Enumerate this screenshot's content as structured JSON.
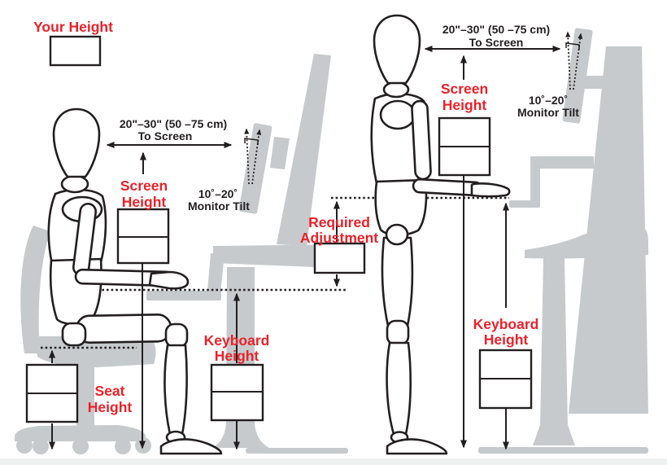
{
  "colors": {
    "label_red": "#E9222B",
    "ink": "#231F20",
    "silhouette_gray": "#C6CACC",
    "background": "#FFFFFF"
  },
  "seated_scene": {
    "your_height": {
      "label": "Your Height"
    },
    "to_screen": {
      "line1": "20\"–30\" (50 –75 cm)",
      "line2": "To Screen"
    },
    "screen_height": {
      "line1": "Screen",
      "line2": "Height"
    },
    "monitor_tilt": {
      "line1": "10˚–20˚",
      "line2": "Monitor Tilt"
    },
    "seat_height": {
      "line1": "Seat",
      "line2": "Height"
    },
    "keyboard_height": {
      "line1": "Keyboard",
      "line2": "Height"
    }
  },
  "standing_scene": {
    "to_screen": {
      "line1": "20\"–30\" (50 –75 cm)",
      "line2": "To Screen"
    },
    "screen_height": {
      "line1": "Screen",
      "line2": "Height"
    },
    "monitor_tilt": {
      "line1": "10˚–20˚",
      "line2": "Monitor Tilt"
    },
    "required_adjustment": {
      "line1": "Required",
      "line2": "Adjustment"
    },
    "keyboard_height": {
      "line1": "Keyboard",
      "line2": "Height"
    }
  }
}
